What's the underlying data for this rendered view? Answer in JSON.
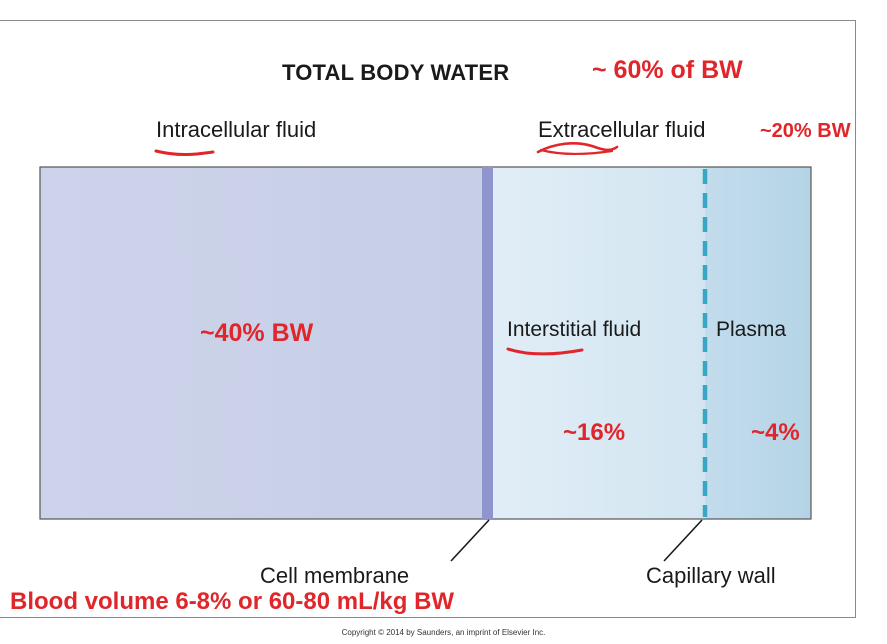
{
  "title": "TOTAL BODY WATER",
  "title_note": "~ 60% of BW",
  "intracellular": {
    "label": "Intracellular fluid",
    "percent": "~40% BW"
  },
  "extracellular": {
    "label": "Extracellular fluid",
    "percent_note": "~20% BW"
  },
  "interstitial": {
    "label": "Interstitial fluid",
    "percent": "~16%"
  },
  "plasma": {
    "label": "Plasma",
    "percent": "~4%"
  },
  "cell_membrane_label": "Cell membrane",
  "capillary_wall_label": "Capillary wall",
  "blood_volume_note": "Blood volume 6-8% or 60-80 mL/kg BW",
  "copyright": "Copyright © 2014 by Saunders, an imprint of Elsevier Inc.",
  "colors": {
    "intracellular_fill": "#c9d1e8",
    "interstitial_fill": "#dceaf4",
    "plasma_fill": "#bcd9e8",
    "membrane": "#8f96cf",
    "capillary_dash": "#3aa6c6",
    "annotation_red": "#e0262a"
  }
}
